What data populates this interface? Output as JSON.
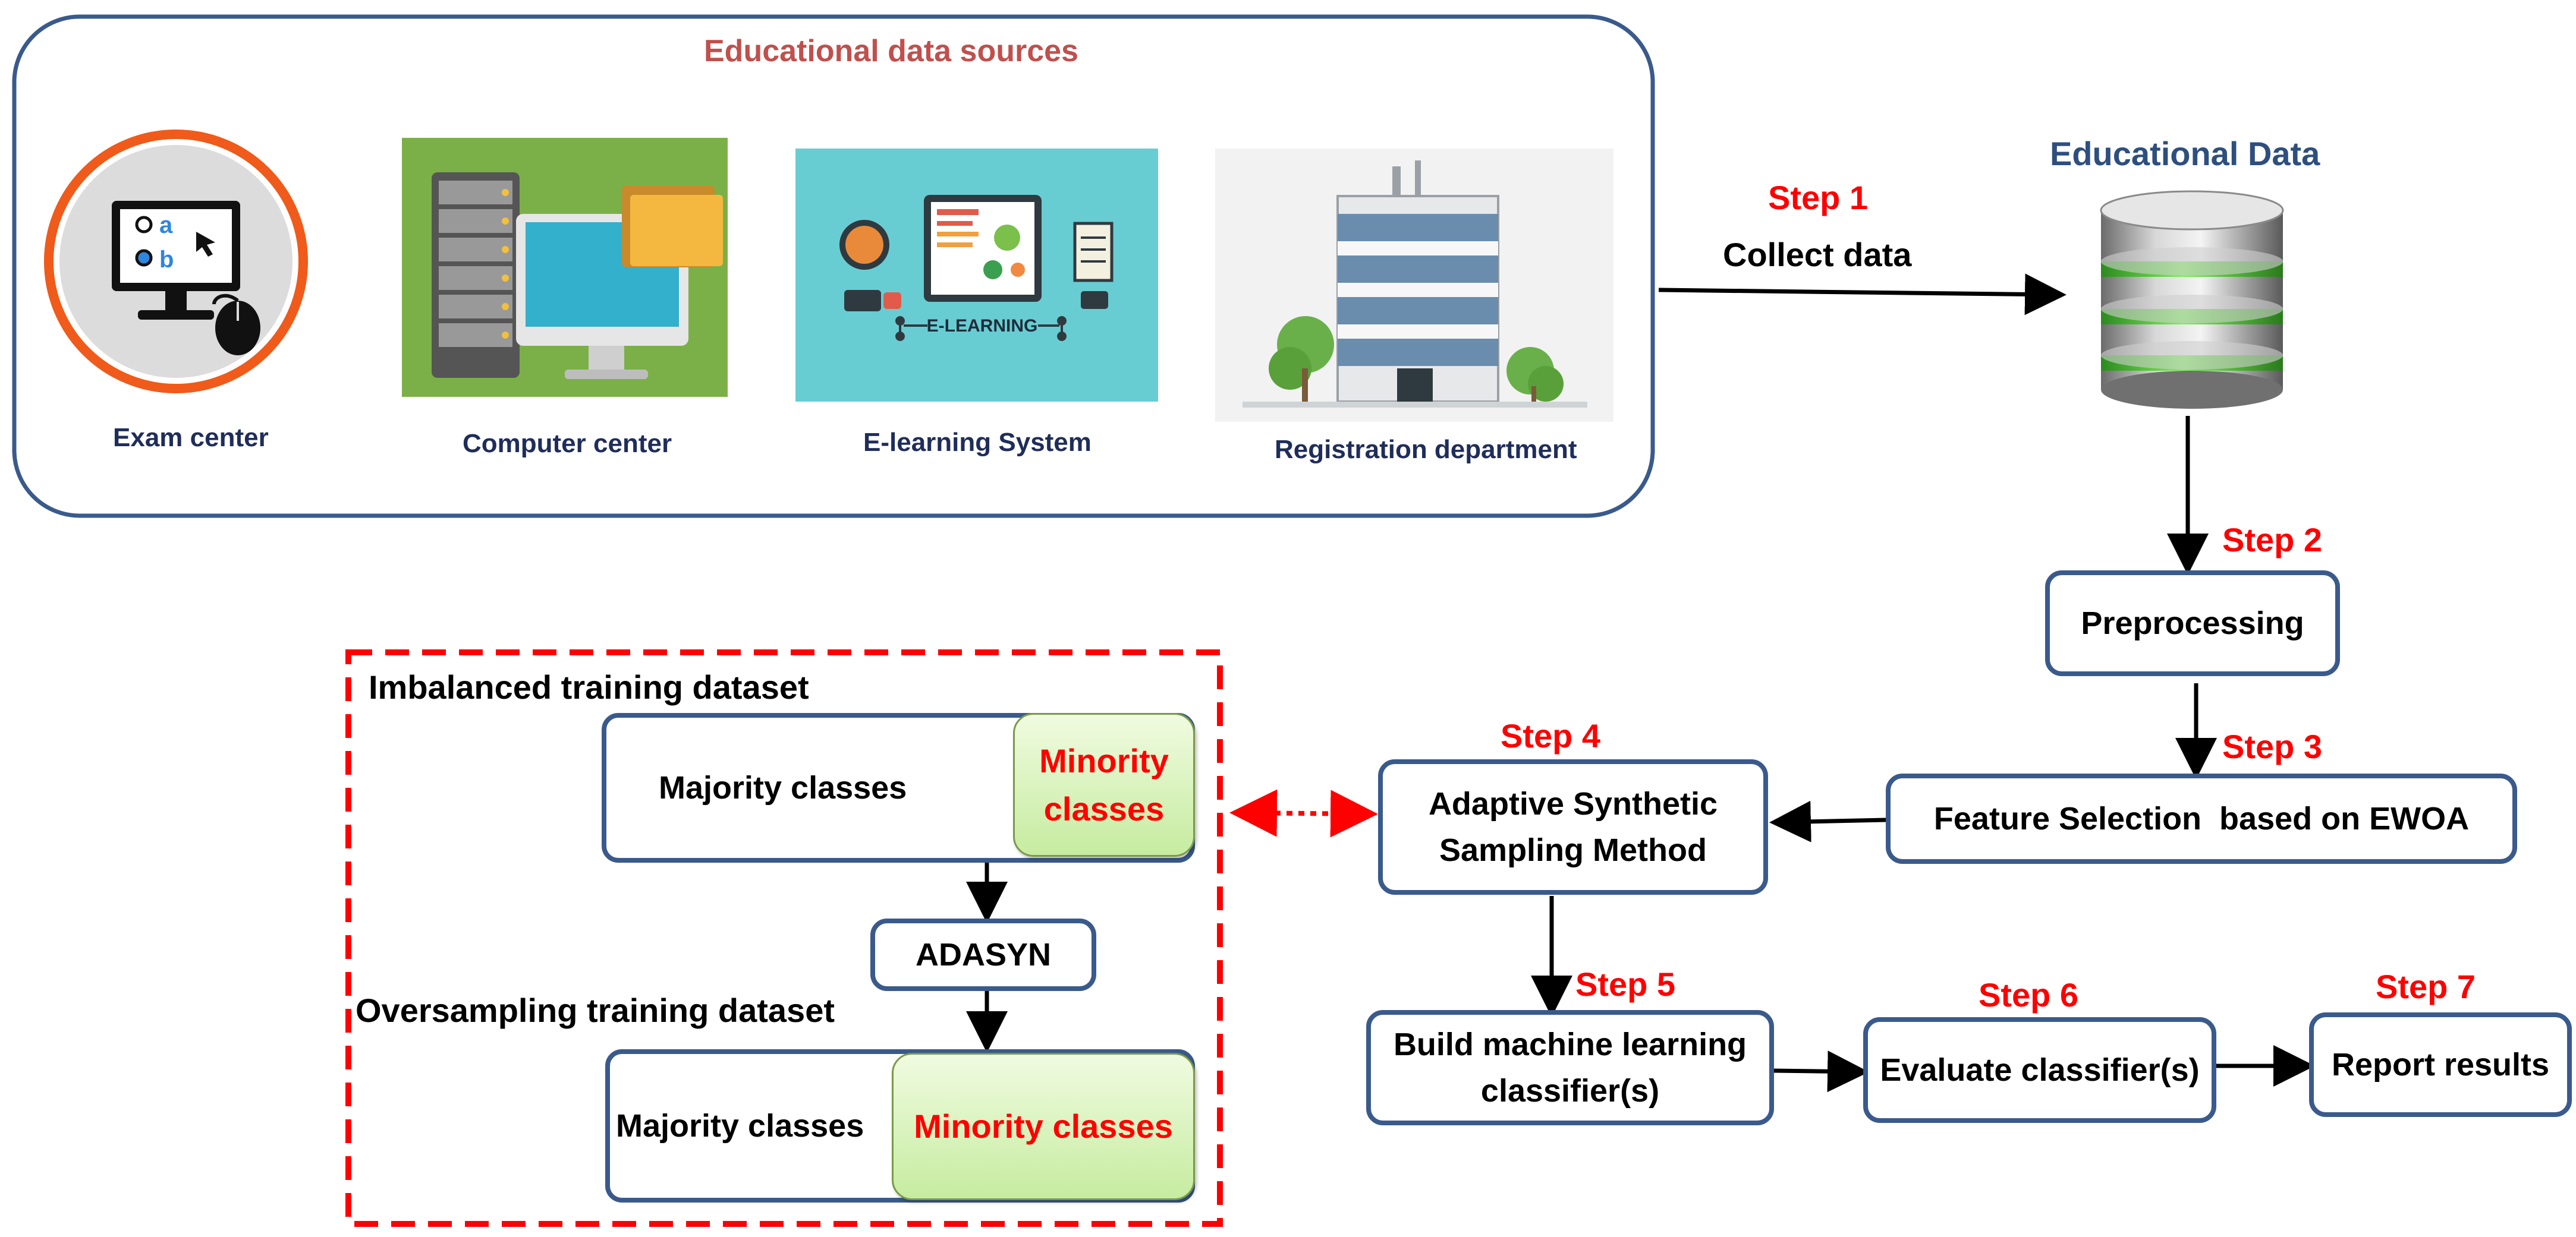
{
  "sources": {
    "title": "Educational data sources",
    "items": [
      {
        "label": "Exam center",
        "icon": "exam-computer-icon"
      },
      {
        "label": "Computer center",
        "icon": "server-computer-icon"
      },
      {
        "label": "E-learning System",
        "icon": "e-learning-icon",
        "caption": "E-LEARNING"
      },
      {
        "label": "Registration department",
        "icon": "office-building-icon"
      }
    ]
  },
  "database": {
    "title": "Educational Data",
    "icon": "database-icon"
  },
  "steps": {
    "s1": {
      "step": "Step 1",
      "label": "Collect data"
    },
    "s2": {
      "step": "Step 2",
      "label": "Preprocessing"
    },
    "s3": {
      "step": "Step 3",
      "label": "Feature Selection  based on EWOA"
    },
    "s4": {
      "step": "Step 4",
      "line1": "Adaptive Synthetic",
      "line2": "Sampling Method"
    },
    "s5": {
      "step": "Step 5",
      "line1": "Build machine learning",
      "line2": "classifier(s)"
    },
    "s6": {
      "step": "Step 6",
      "label": "Evaluate classifier(s)"
    },
    "s7": {
      "step": "Step 7",
      "label": "Report results"
    }
  },
  "adasyn_panel": {
    "imbalanced_title": "Imbalanced training dataset",
    "majority_label": "Majority classes",
    "minority_line1": "Minority",
    "minority_line2": "classes",
    "adasyn_label": "ADASYN",
    "oversampling_title": "Oversampling training dataset",
    "majority_label_2": "Majority classes",
    "minority_label_2": "Minority classes"
  },
  "colors": {
    "box_border": "#3a5a8c",
    "step_red": "#ff0000",
    "title_red": "#c0504d",
    "navy_text": "#1f2d5a",
    "db_title": "#2e4f7e",
    "orange_ring": "#f05a1a",
    "dashed_red": "#ff0000"
  }
}
